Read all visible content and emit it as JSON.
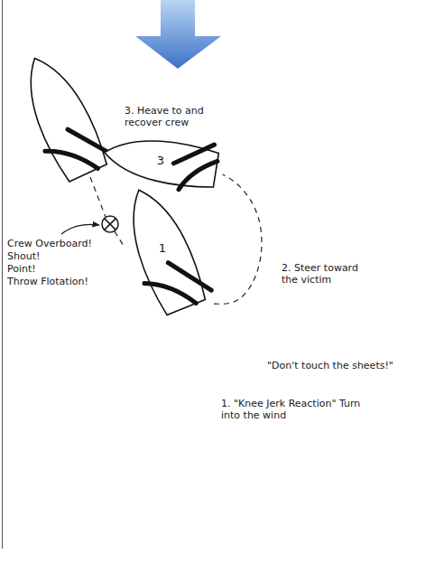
{
  "diagram": {
    "nodes": [
      {
        "text": [
          "3"
        ]
      },
      {
        "text": [
          "1"
        ]
      }
    ],
    "edges": [
      {
        "from": 1,
        "to": 0,
        "arrow": "none"
      }
    ],
    "labels": [
      "3. Heave to and recover crew",
      "2. Steer toward the victim",
      "Crew Overboard!",
      "Shout!",
      "Point!",
      "Throw Flotation!",
      "\"Don't touch the sheets!\"",
      "1. \"Knee Jerk Reaction\" Turn into the wind"
    ]
  }
}
